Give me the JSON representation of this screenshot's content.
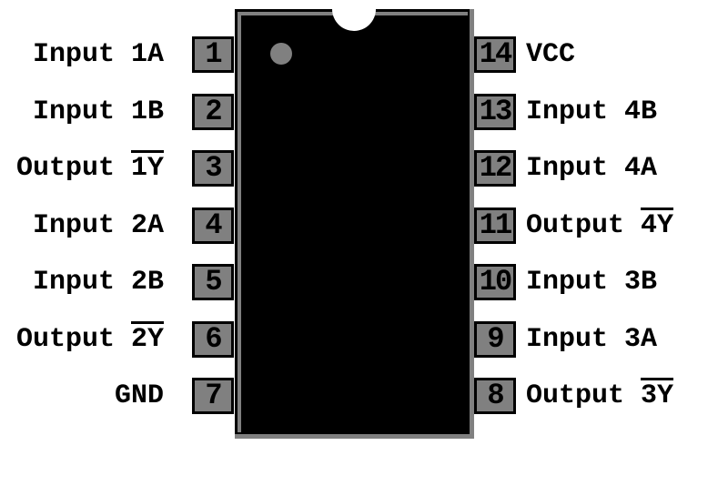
{
  "colors": {
    "background": "#ffffff",
    "ic_body": "#000000",
    "pin_box_fill": "#808080",
    "pin_box_border": "#000000",
    "marker_dot": "#808080",
    "shading_line": "#808080",
    "text": "#000000"
  },
  "chip": {
    "package": "DIP-14",
    "left_pins": [
      {
        "number": "1",
        "label": "Input 1A",
        "overline": ""
      },
      {
        "number": "2",
        "label": "Input 1B",
        "overline": ""
      },
      {
        "number": "3",
        "label": "Output ",
        "overline": "1Y"
      },
      {
        "number": "4",
        "label": "Input 2A",
        "overline": ""
      },
      {
        "number": "5",
        "label": "Input 2B",
        "overline": ""
      },
      {
        "number": "6",
        "label": "Output ",
        "overline": "2Y"
      },
      {
        "number": "7",
        "label": "GND",
        "overline": ""
      }
    ],
    "right_pins": [
      {
        "number": "14",
        "label": "VCC",
        "overline": ""
      },
      {
        "number": "13",
        "label": "Input 4B",
        "overline": ""
      },
      {
        "number": "12",
        "label": "Input 4A",
        "overline": ""
      },
      {
        "number": "11",
        "label": "Output ",
        "overline": "4Y"
      },
      {
        "number": "10",
        "label": "Input 3B",
        "overline": ""
      },
      {
        "number": "9",
        "label": "Input 3A",
        "overline": ""
      },
      {
        "number": "8",
        "label": "Output ",
        "overline": "3Y"
      }
    ]
  }
}
